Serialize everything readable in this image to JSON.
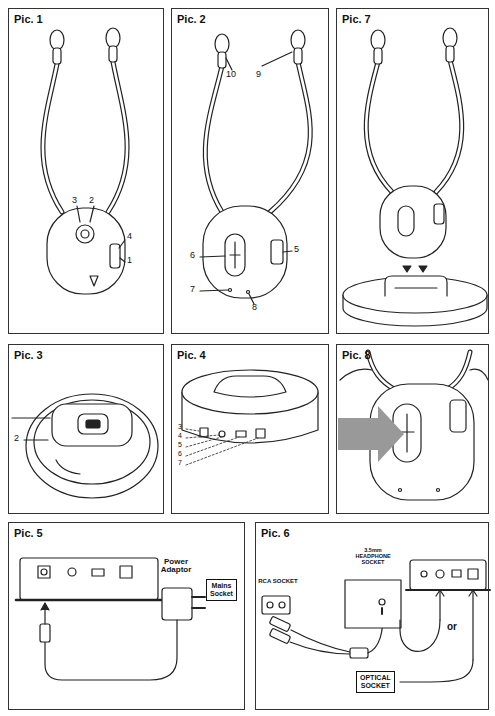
{
  "diagram": {
    "nodes": [
      {
        "text": [
          "Pic. 1"
        ]
      },
      {
        "text": [
          "Pic. 2"
        ]
      },
      {
        "text": [
          "Pic. 7"
        ]
      },
      {
        "text": [
          "Pic. 3"
        ]
      },
      {
        "text": [
          "Pic. 4"
        ]
      },
      {
        "text": [
          "Pic. 8"
        ]
      },
      {
        "text": [
          "Pic. 5"
        ]
      },
      {
        "text": [
          "Pic. 6"
        ]
      },
      {
        "text": [
          "Mains Socket"
        ],
        "in": 6
      },
      {
        "text": [
          "OPTICAL SOCKET"
        ],
        "in": 7
      }
    ],
    "labels": [
      "3",
      "2",
      "4",
      "1",
      "10",
      "9",
      "6",
      "5",
      "7",
      "8",
      "2",
      "3",
      "4",
      "5",
      "6",
      "7",
      "Power Adaptor",
      "RCA SOCKET",
      "3.5mm HEADPHONE SOCKET",
      "or"
    ]
  }
}
